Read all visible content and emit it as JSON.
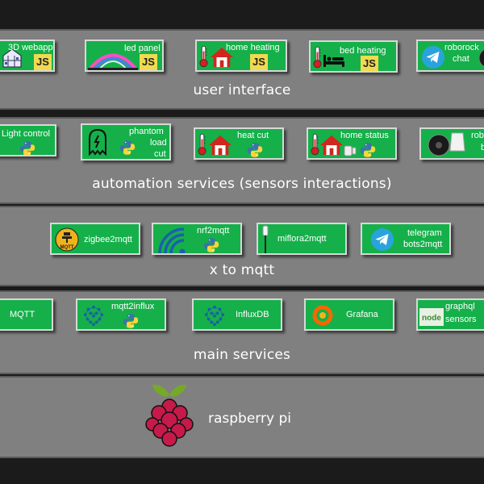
{
  "layers": {
    "user_interface": {
      "label": "user interface",
      "tiles": {
        "webapp": {
          "label": "3D webapp",
          "icons": [
            "3d-house-icon",
            "js-badge"
          ]
        },
        "led": {
          "label": "led panel",
          "icons": [
            "led-arc-icon",
            "js-badge"
          ]
        },
        "home_heating": {
          "label": "home heating",
          "icons": [
            "thermometer-icon",
            "house-icon",
            "js-badge"
          ]
        },
        "bed_heating": {
          "label": "bed heating",
          "icons": [
            "thermometer-icon",
            "bed-icon",
            "js-badge"
          ]
        },
        "roborock_chat": {
          "label_line1": "roborock",
          "label_line2": "chat",
          "icons": [
            "telegram-icon",
            "robot-vacuum-icon"
          ]
        }
      }
    },
    "automation": {
      "label": "automation services (sensors interactions)",
      "tiles": {
        "light": {
          "label": "Light control",
          "icons": [
            "python-icon"
          ]
        },
        "phantom": {
          "label_line1": "phantom",
          "label_line2": "load",
          "label_line3": "cut",
          "icons": [
            "ghost-icon",
            "python-icon"
          ]
        },
        "heat_cut": {
          "label": "heat cut",
          "icons": [
            "thermometer-icon",
            "house-icon",
            "python-icon"
          ]
        },
        "home_status": {
          "label": "home status",
          "icons": [
            "thermometer-icon",
            "house-icon",
            "door-sensor-icon",
            "python-icon"
          ]
        },
        "robo": {
          "label_line1": "robo",
          "label_line2": "b",
          "icons": [
            "robot-vacuum-icon",
            "cleaning-base-icon"
          ]
        }
      }
    },
    "x_to_mqtt": {
      "label": "x to mqtt",
      "tiles": {
        "zigbee": {
          "label": "zigbee2mqtt",
          "icons": [
            "zigbee-mqtt-icon"
          ]
        },
        "nrf": {
          "label": "nrf2mqtt",
          "icons": [
            "wireless-icon",
            "python-icon"
          ]
        },
        "miflora": {
          "label": "miflora2mqtt",
          "icons": [
            "plant-sensor-icon"
          ]
        },
        "telegram": {
          "label_line1": "telegram",
          "label_line2": "bots2mqtt",
          "icons": [
            "telegram-icon"
          ]
        }
      }
    },
    "main_services": {
      "label": "main services",
      "tiles": {
        "mqtt": {
          "label": "MQTT"
        },
        "mqtt2influx": {
          "label": "mqtt2influx",
          "icons": [
            "influx-dots-icon",
            "python-icon"
          ]
        },
        "influxdb": {
          "label": "InfluxDB",
          "icons": [
            "influx-dots-icon"
          ]
        },
        "grafana": {
          "label": "Grafana",
          "icons": [
            "grafana-icon"
          ]
        },
        "graphql": {
          "label_line1": "graphql",
          "label_line2": "sensors",
          "icons": [
            "nodejs-icon",
            "graphql-icon"
          ]
        }
      }
    },
    "hardware": {
      "label": "raspberry pi",
      "icons": [
        "raspberry-pi-icon"
      ]
    }
  },
  "js_badge_text": "JS",
  "node_badge_text": "node",
  "mqtt_badge_text": "MQTT",
  "colors": {
    "background": "#1b1b1b",
    "layer": "#808080",
    "tile": "#15b04a",
    "tile_border": "#d8d8d8",
    "js_yellow": "#f0db4f",
    "python_blue": "#3a74a8",
    "python_yellow": "#ffd43b",
    "telegram_blue": "#2aa3dd",
    "raspberry_red": "#c51a4a"
  }
}
